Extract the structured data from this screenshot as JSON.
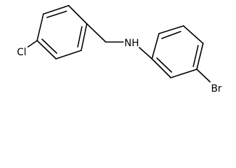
{
  "labels": {
    "chlorine": "Cl",
    "nitrogen": "NH",
    "bromine": "Br"
  },
  "colors": {
    "bond": "#000000",
    "text": "#000000",
    "background": "#ffffff"
  }
}
